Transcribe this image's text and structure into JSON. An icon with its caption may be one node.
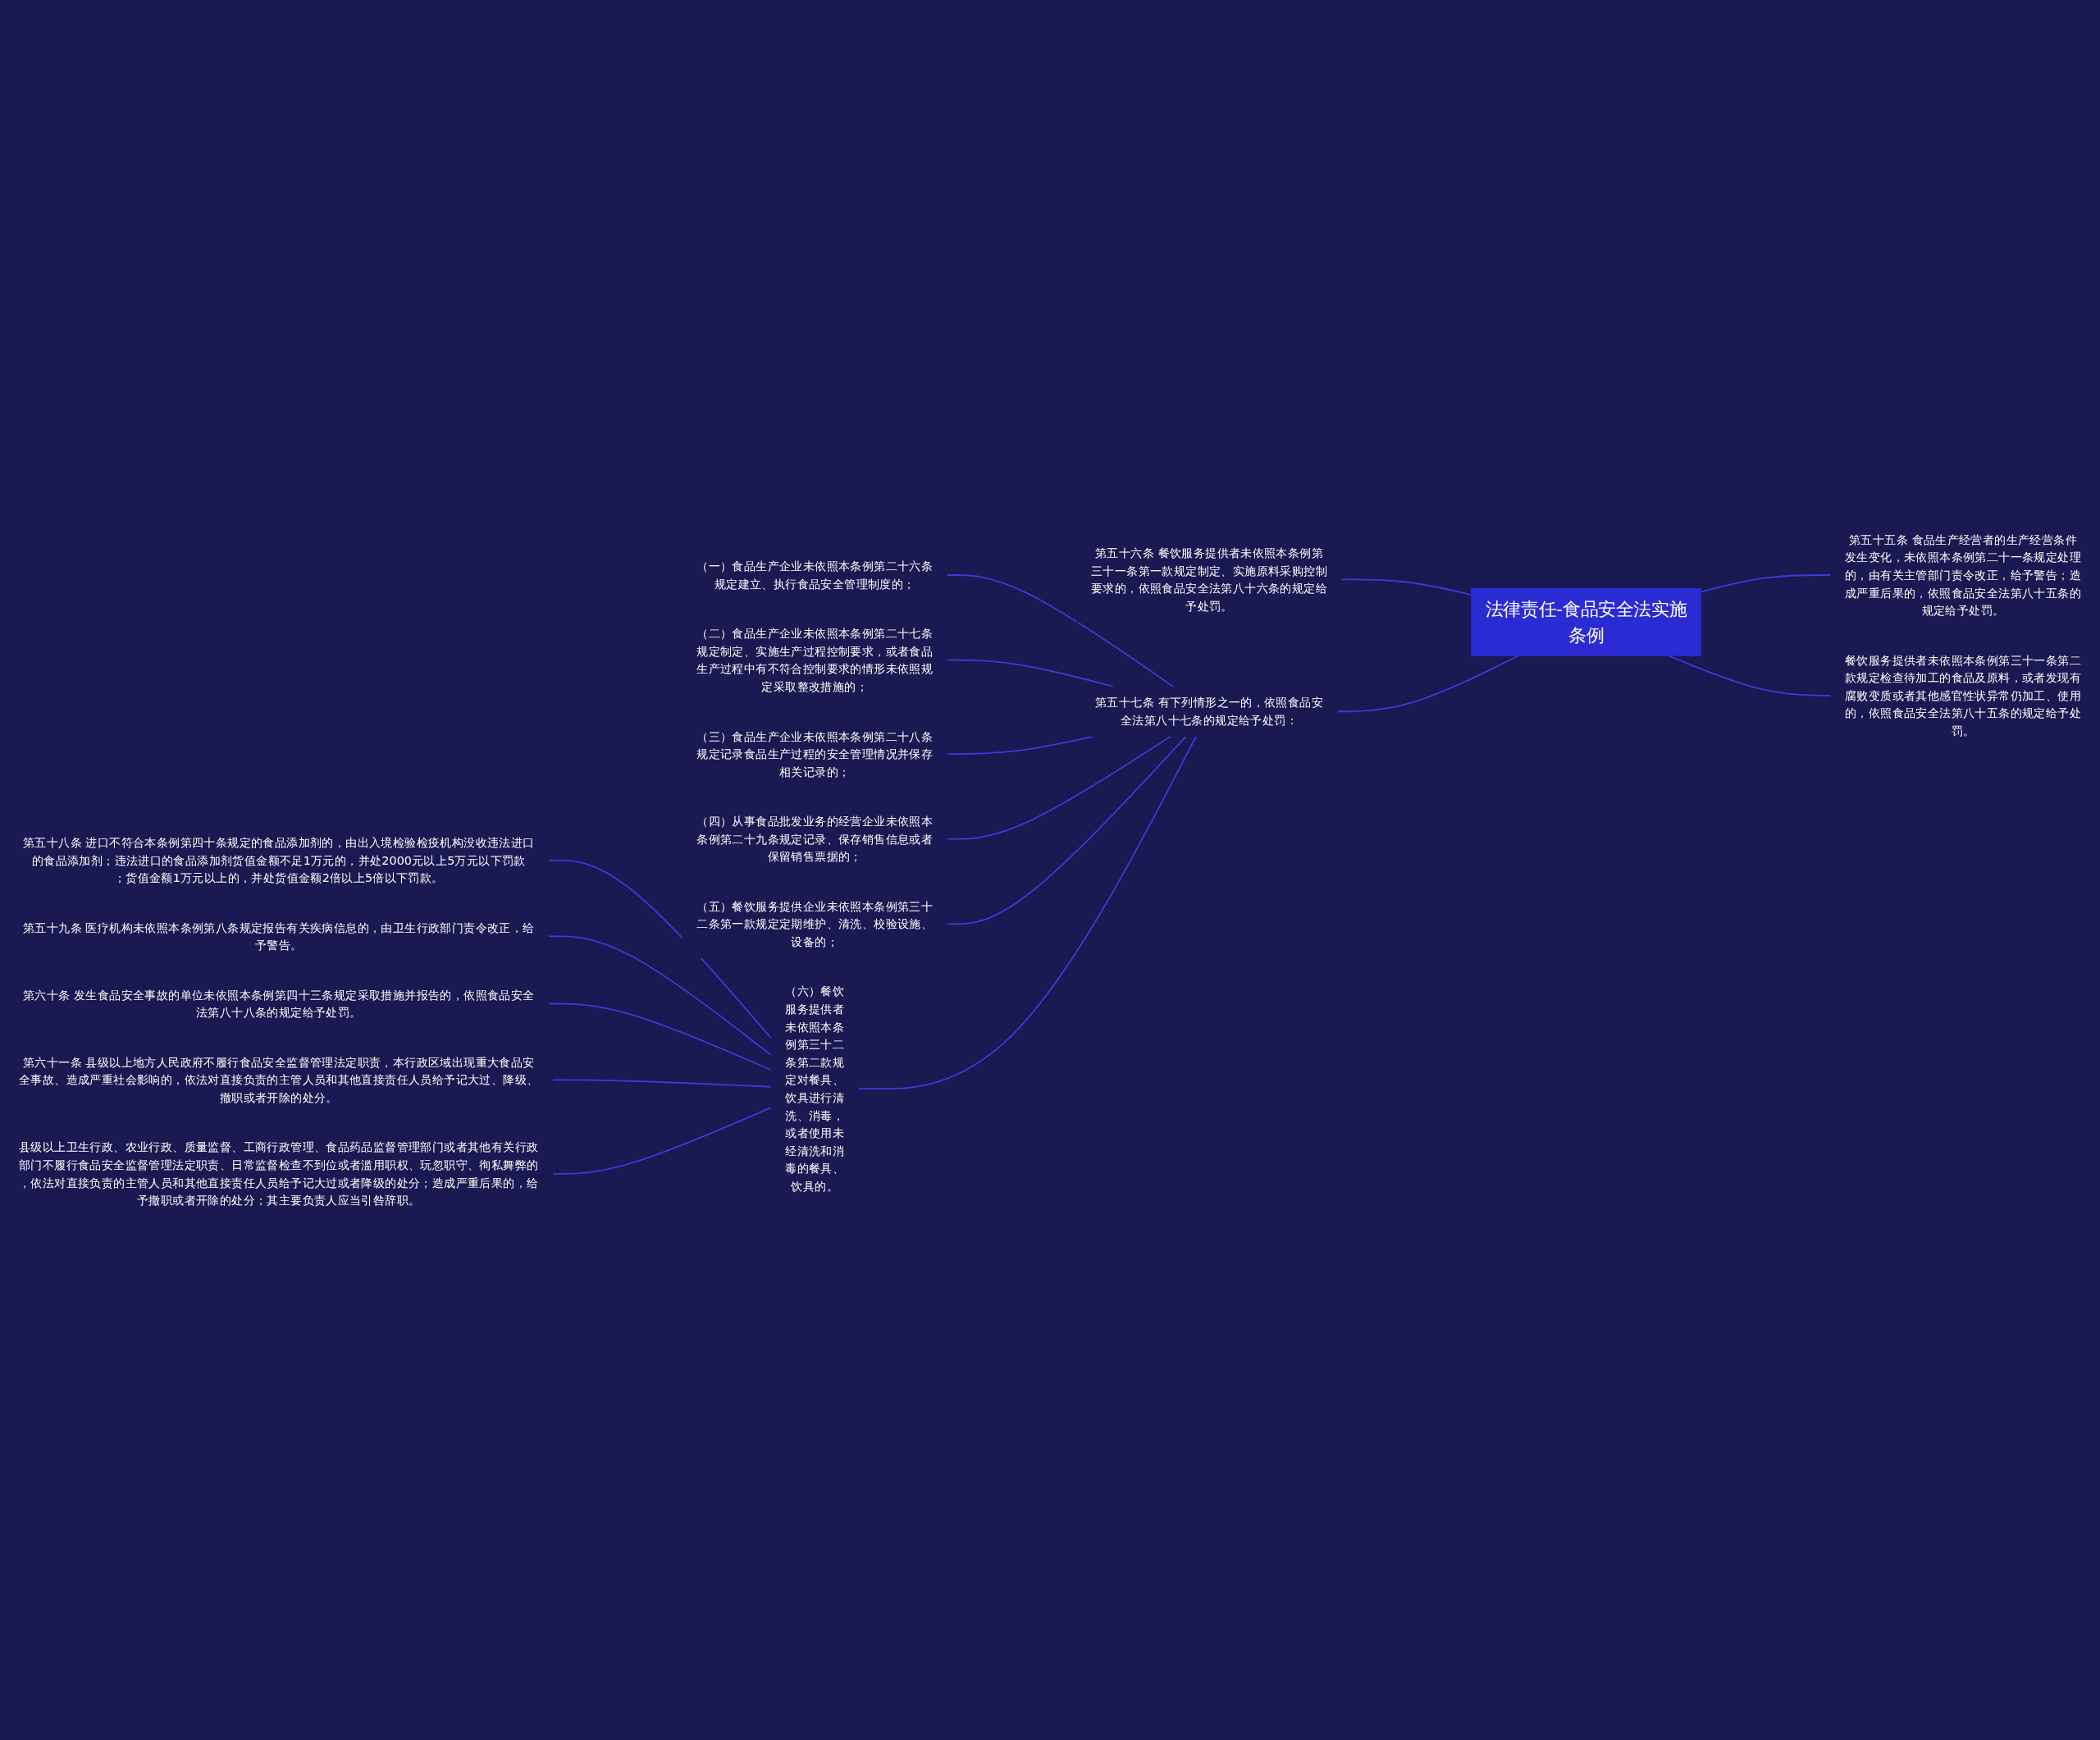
{
  "diagram": {
    "nodes": [
      {
        "text": [
          "法律责任-食品安全法实施条例"
        ]
      },
      {
        "text": [
          "第五十五条 食品生产经营者的生产经营条件发生变化，未依照本条例第二十一条规定处理的，由有关主管部门责令改正，给予警告；造成严重后果的，依照食品安全法第八十五条的规定给予处罚。"
        ]
      },
      {
        "text": [
          "餐饮服务提供者未依照本条例第三十一条第二款规定检查待加工的食品及原料，或者发现有腐败变质或者其他感官性状异常仍加工、使用的，依照食品安全法第八十五条的规定给予处罚。"
        ]
      },
      {
        "text": [
          "第五十六条 餐饮服务提供者未依照本条例第三十一条第一款规定制定、实施原料采购控制要求的，依照食品安全法第八十六条的规定给予处罚。"
        ]
      },
      {
        "text": [
          "第五十七条 有下列情形之一的，依照食品安全法第八十七条的规定给予处罚："
        ]
      },
      {
        "text": [
          "（一）食品生产企业未依照本条例第二十六条规定建立、执行食品安全管理制度的；"
        ]
      },
      {
        "text": [
          "（二）食品生产企业未依照本条例第二十七条规定制定、实施生产过程控制要求，或者食品生产过程中有不符合控制要求的情形未依照规定采取整改措施的；"
        ]
      },
      {
        "text": [
          "（三）食品生产企业未依照本条例第二十八条规定记录食品生产过程的安全管理情况并保存相关记录的；"
        ]
      },
      {
        "text": [
          "（四）从事食品批发业务的经营企业未依照本条例第二十九条规定记录、保存销售信息或者保留销售票据的；"
        ]
      },
      {
        "text": [
          "（五）餐饮服务提供企业未依照本条例第三十二条第一款规定定期维护、清洗、校验设施、设备的；"
        ]
      },
      {
        "text": [
          "（六）餐饮服务提供者未依照本条例第三十二条第二款规定对餐具、饮具进行清洗、消毒，或者使用未经清洗和消毒的餐具、饮具的。"
        ]
      },
      {
        "text": [
          "第五十八条 进口不符合本条例第四十条规定的食品添加剂的，由出入境检验检疫机构没收违法进口的食品添加剂；违法进口的食品添加剂货值金额不足1万元的，并处2000元以上5万元以下罚款；货值金额1万元以上的，并处货值金额2倍以上5倍以下罚款。"
        ]
      },
      {
        "text": [
          "第五十九条 医疗机构未依照本条例第八条规定报告有关疾病信息的，由卫生行政部门责令改正，给予警告。"
        ]
      },
      {
        "text": [
          "第六十条 发生食品安全事故的单位未依照本条例第四十三条规定采取措施并报告的，依照食品安全法第八十八条的规定给予处罚。"
        ]
      },
      {
        "text": [
          "第六十一条 县级以上地方人民政府不履行食品安全监督管理法定职责，本行政区域出现重大食品安全事故、造成严重社会影响的，依法对直接负责的主管人员和其他直接责任人员给予记大过、降级、撤职或者开除的处分。"
        ]
      },
      {
        "text": [
          "县级以上卫生行政、农业行政、质量监督、工商行政管理、食品药品监督管理部门或者其他有关行政部门不履行食品安全监督管理法定职责、日常监督检查不到位或者滥用职权、玩忽职守、徇私舞弊的，依法对直接负责的主管人员和其他直接责任人员给予记大过或者降级的处分；造成严重后果的，给予撤职或者开除的处分；其主要负责人应当引咎辞职。"
        ]
      }
    ],
    "edges": [
      {
        "from": 0,
        "to": 1,
        "arrow": "none"
      },
      {
        "from": 0,
        "to": 2,
        "arrow": "none"
      },
      {
        "from": 3,
        "to": 0,
        "arrow": "none"
      },
      {
        "from": 4,
        "to": 0,
        "arrow": "none"
      },
      {
        "from": 5,
        "to": 4,
        "arrow": "none"
      },
      {
        "from": 6,
        "to": 4,
        "arrow": "none"
      },
      {
        "from": 7,
        "to": 4,
        "arrow": "none"
      },
      {
        "from": 8,
        "to": 4,
        "arrow": "none"
      },
      {
        "from": 9,
        "to": 4,
        "arrow": "none"
      },
      {
        "from": 10,
        "to": 4,
        "arrow": "none"
      },
      {
        "from": 11,
        "to": 10,
        "arrow": "none"
      },
      {
        "from": 12,
        "to": 10,
        "arrow": "none"
      },
      {
        "from": 13,
        "to": 10,
        "arrow": "none"
      },
      {
        "from": 14,
        "to": 10,
        "arrow": "none"
      },
      {
        "from": 15,
        "to": 10,
        "arrow": "none"
      }
    ]
  }
}
